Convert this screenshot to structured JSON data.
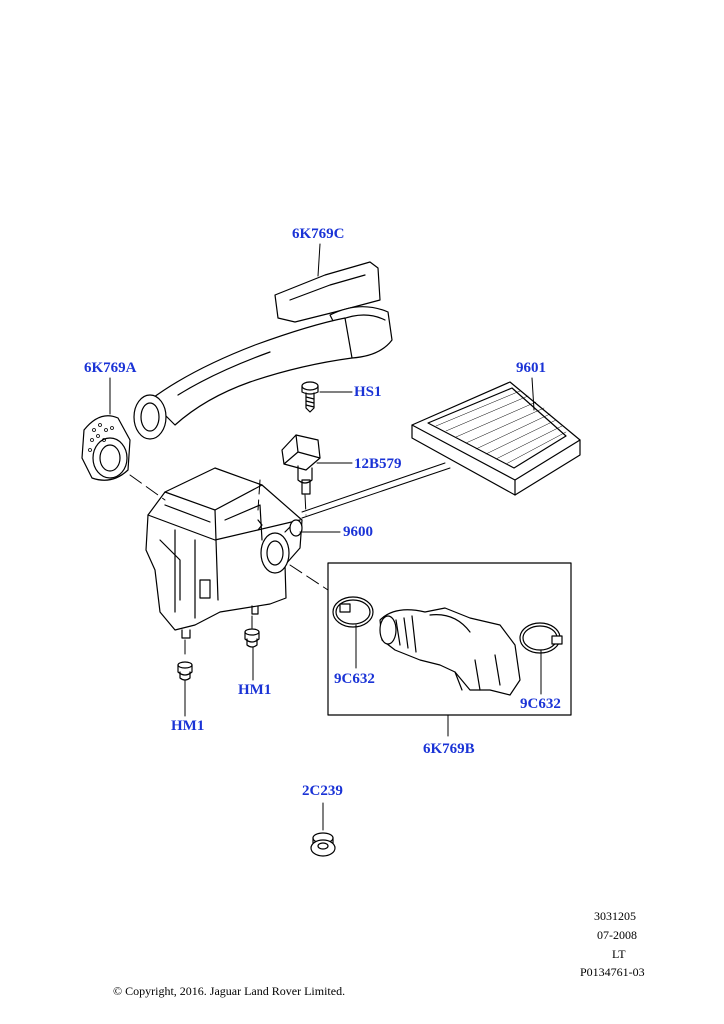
{
  "labels": {
    "hose_6k769c": "6K769C",
    "elbow_6k769a": "6K769A",
    "screw_hs1": "HS1",
    "sensor_12b579": "12B579",
    "filter_9601": "9601",
    "housing_9600": "9600",
    "clamp_9c632_left": "9C632",
    "clamp_9c632_right": "9C632",
    "duct_6k769b": "6K769B",
    "mount_hm1_left": "HM1",
    "mount_hm1_right": "HM1",
    "grommet_2c239": "2C239"
  },
  "meta": {
    "code_1": "3031205",
    "date": "07-2008",
    "region": "LT",
    "ref": "P0134761-03"
  },
  "copyright": "© Copyright, 2016. Jaguar Land Rover Limited.",
  "colors": {
    "label": "#1a33d6",
    "line": "#000000"
  }
}
